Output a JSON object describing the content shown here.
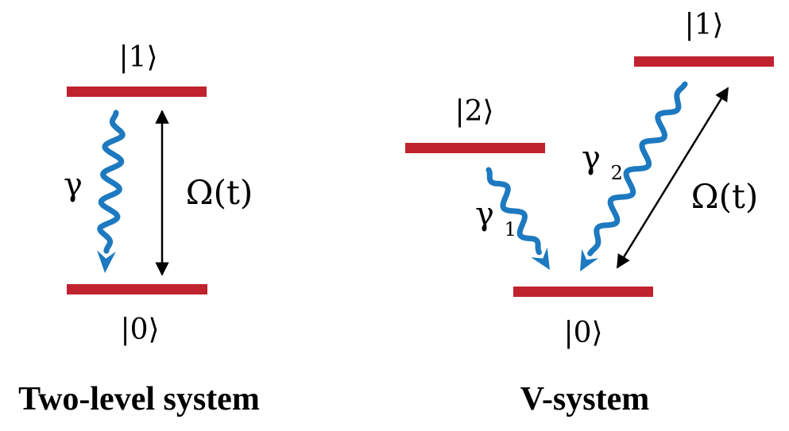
{
  "colors": {
    "level": "#c0222e",
    "decay": "#1d79c0",
    "drive": "#000000",
    "text": "#000000",
    "background": "#ffffff"
  },
  "two_level": {
    "ket_excited": "|1⟩",
    "ket_ground": "|0⟩",
    "decay_label": "γ",
    "rabi_label": "Ω(t)",
    "caption": "Two-level system"
  },
  "v_system": {
    "ket_1": "|1⟩",
    "ket_2": "|2⟩",
    "ket_0": "|0⟩",
    "decay1_label": "γ",
    "decay1_sub": "1",
    "decay2_label": "γ",
    "decay2_sub": "2",
    "rabi_label": "Ω(t)",
    "caption": "V-system"
  }
}
